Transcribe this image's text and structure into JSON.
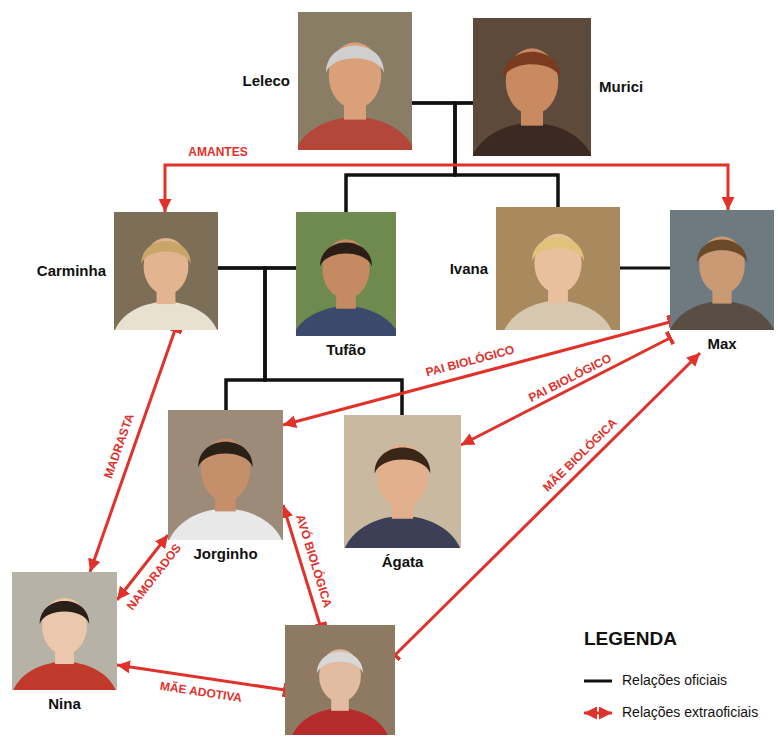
{
  "diagram": {
    "nodes": [
      {
        "text": [
          "Leleco"
        ]
      },
      {
        "text": [
          "Murici"
        ]
      },
      {
        "text": [
          "Carminha"
        ]
      },
      {
        "text": [
          "Tufão"
        ]
      },
      {
        "text": [
          "Ivana"
        ]
      },
      {
        "text": [
          "Max"
        ]
      },
      {
        "text": [
          "Jorginho"
        ]
      },
      {
        "text": [
          "Ágata"
        ]
      },
      {
        "text": [
          "Nina"
        ]
      },
      {
        "text": []
      }
    ],
    "edges": [
      {
        "from": 0,
        "to": 1,
        "arrow": "none"
      },
      {
        "from": 0,
        "to": 3,
        "arrow": "none"
      },
      {
        "from": 1,
        "to": 3,
        "arrow": "none"
      },
      {
        "from": 0,
        "to": 4,
        "arrow": "none"
      },
      {
        "from": 1,
        "to": 4,
        "arrow": "none"
      },
      {
        "from": 2,
        "to": 5,
        "label": "AMANTES",
        "arrow": "both"
      },
      {
        "from": 2,
        "to": 3,
        "arrow": "none"
      },
      {
        "from": 4,
        "to": 5,
        "arrow": "none"
      },
      {
        "from": 2,
        "to": 6,
        "arrow": "none"
      },
      {
        "from": 3,
        "to": 6,
        "arrow": "none"
      },
      {
        "from": 2,
        "to": 7,
        "arrow": "none"
      },
      {
        "from": 3,
        "to": 7,
        "arrow": "none"
      },
      {
        "from": 5,
        "to": 6,
        "label": "PAI BIOLÓGICO",
        "arrow": "to"
      },
      {
        "from": 5,
        "to": 7,
        "label": "PAI BIOLÓGICO",
        "arrow": "to"
      },
      {
        "from": 9,
        "to": 5,
        "label": "MÃE BIOLÓGICA",
        "arrow": "to"
      },
      {
        "from": 2,
        "to": 8,
        "label": "MADRASTA",
        "arrow": "to"
      },
      {
        "from": 6,
        "to": 8,
        "label": "NAMORADOS",
        "arrow": "both"
      },
      {
        "from": 9,
        "to": 6,
        "label": "AVÓ BIOLÓGICA",
        "arrow": "to"
      },
      {
        "from": 9,
        "to": 8,
        "label": "MÃE ADOTIVA",
        "arrow": "to"
      }
    ],
    "labels": [
      "LEGENDA"
    ],
    "legend": [
      {
        "text": "Relações oficiais"
      },
      {
        "text": "Relações extraoficiais"
      }
    ]
  }
}
